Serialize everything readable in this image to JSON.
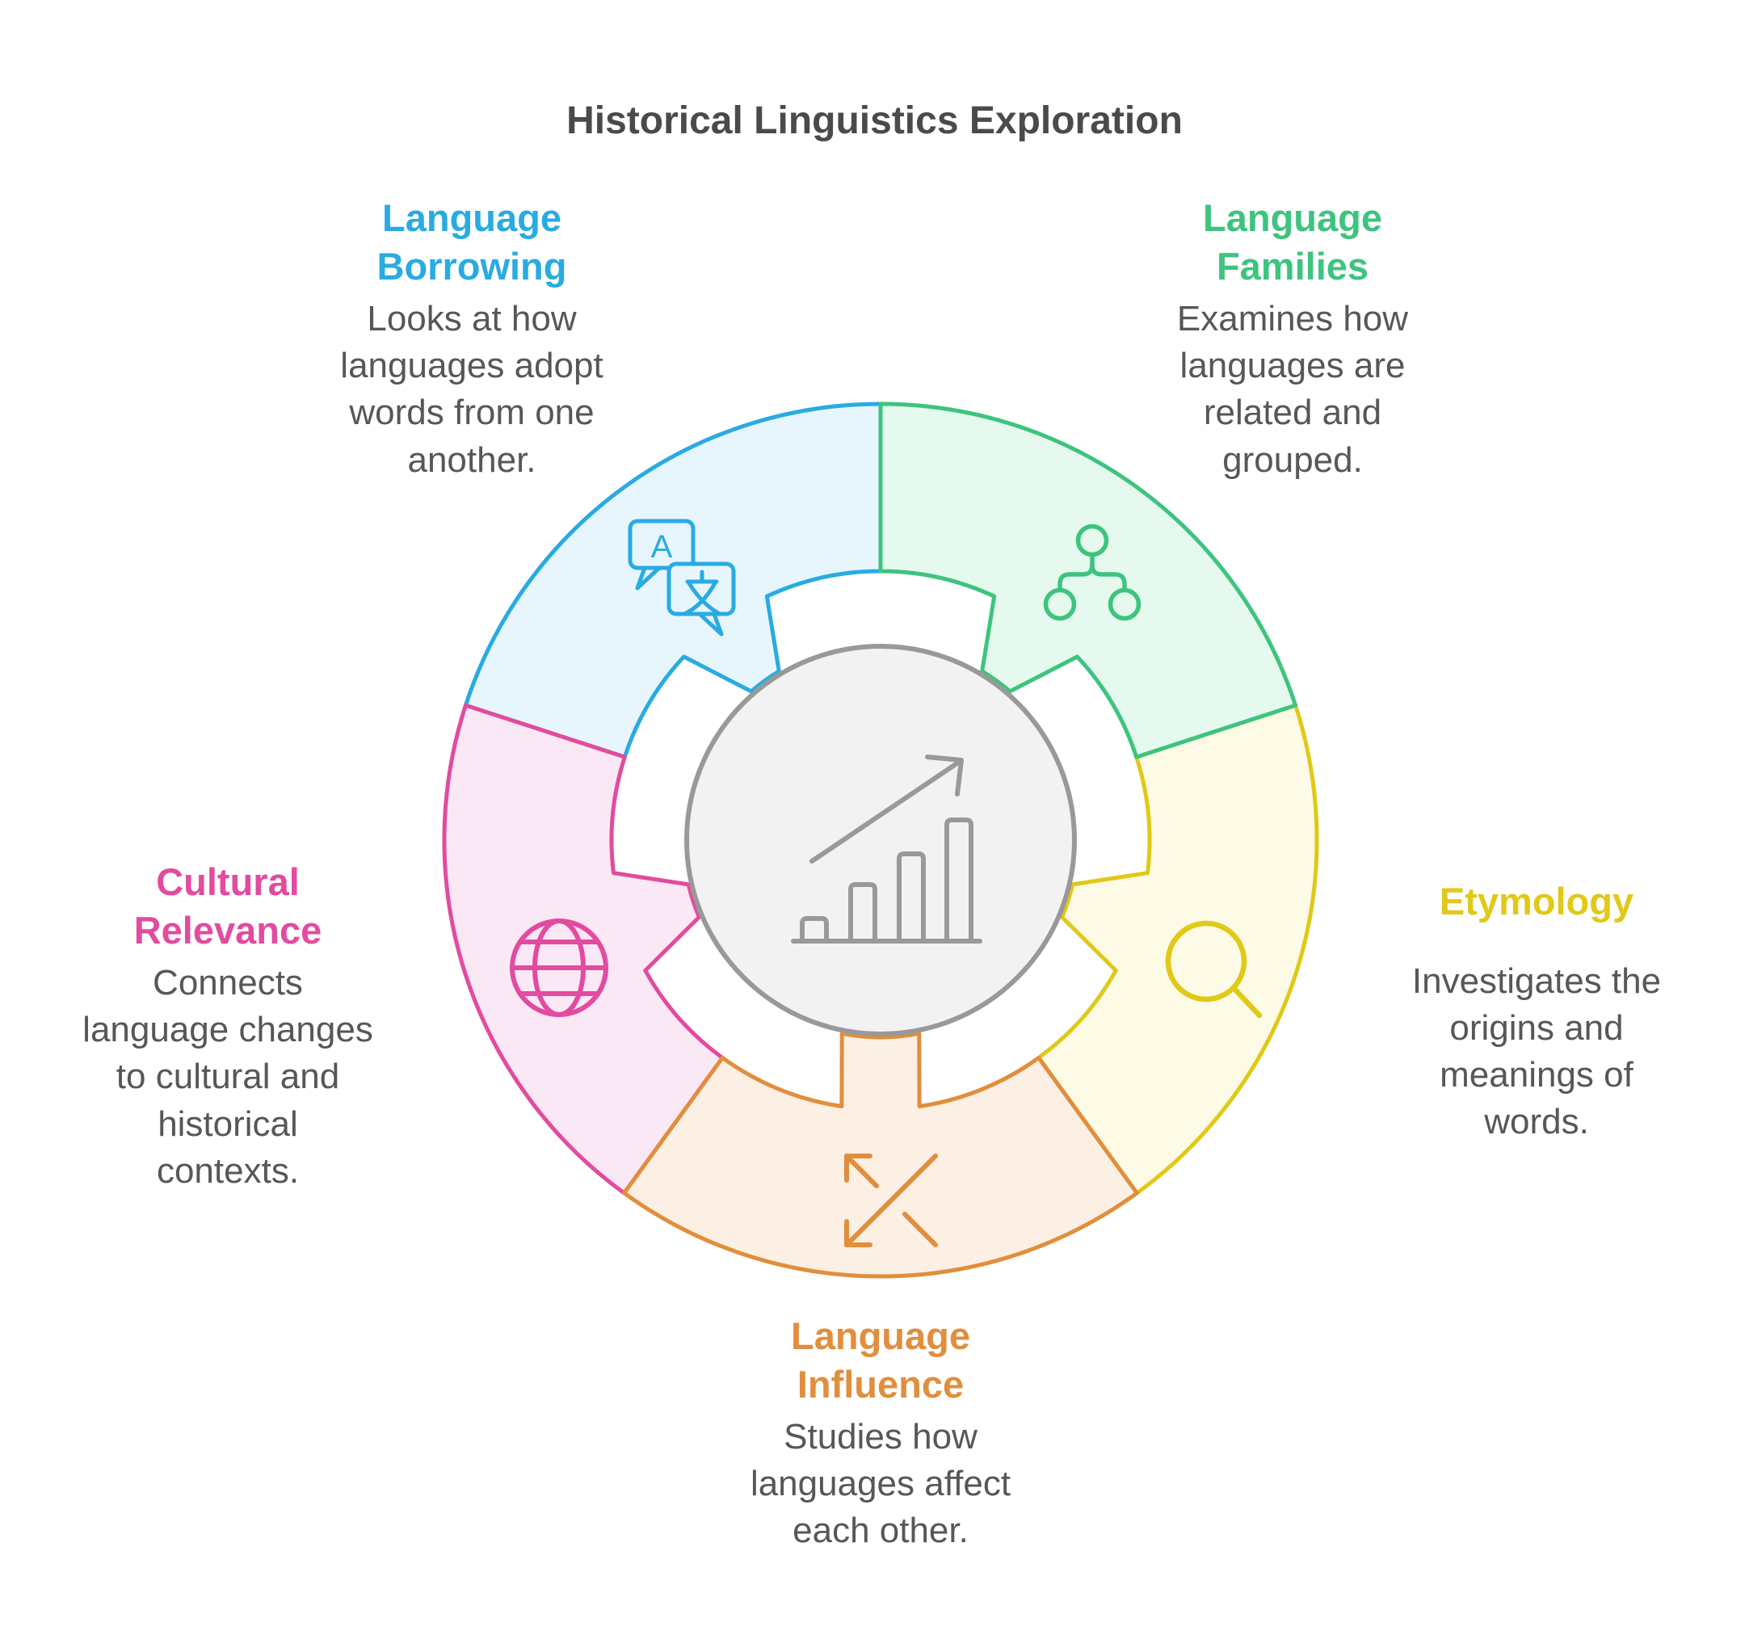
{
  "title": "Historical Linguistics Exploration",
  "title_color": "#4A4A4A",
  "text_color": "#555759",
  "center": {
    "icon": "growth-chart-icon",
    "fill": "#F2F2F2",
    "stroke": "#999999"
  },
  "sections": [
    {
      "id": "language-borrowing",
      "title": "Language\nBorrowing",
      "description": "Looks at how\nlanguages adopt\nwords from one\nanother.",
      "color": "#29ABE2",
      "fill": "#E7F6FD",
      "icon": "translation-speech-bubbles-icon",
      "icon_glyph": "A",
      "position": "top-left"
    },
    {
      "id": "language-families",
      "title": "Language\nFamilies",
      "description": "Examines how\nlanguages are\nrelated and\ngrouped.",
      "color": "#3DC47E",
      "fill": "#E5F9EF",
      "icon": "hierarchy-tree-icon",
      "position": "top-right"
    },
    {
      "id": "etymology",
      "title": "Etymology",
      "description": "Investigates the\norigins and\nmeanings of\nwords.",
      "color": "#E0C917",
      "fill": "#FDFAE5",
      "icon": "magnifying-glass-icon",
      "position": "right"
    },
    {
      "id": "language-influence",
      "title": "Language\nInfluence",
      "description": "Studies how\nlanguages affect\neach other.",
      "color": "#E18E3D",
      "fill": "#FCEFE3",
      "icon": "exchange-arrows-icon",
      "position": "bottom"
    },
    {
      "id": "cultural-relevance",
      "title": "Cultural\nRelevance",
      "description": "Connects\nlanguage changes\nto cultural and\nhistorical\ncontexts.",
      "color": "#E24B9F",
      "fill": "#FBE8F5",
      "icon": "globe-icon",
      "position": "left"
    }
  ]
}
